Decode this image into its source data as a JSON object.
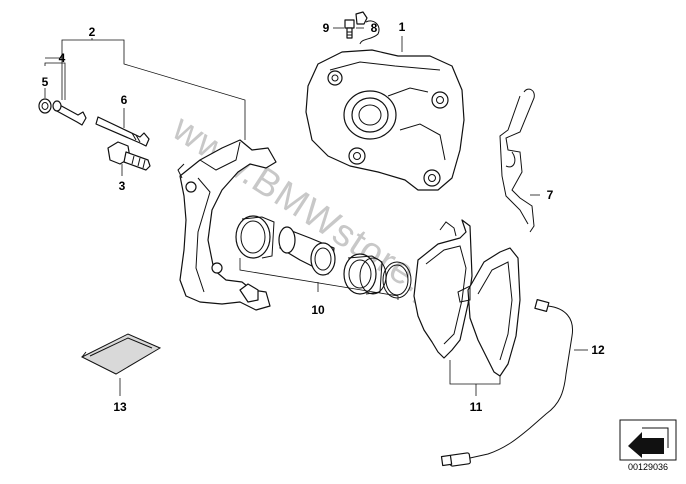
{
  "diagram": {
    "watermark": "www.BMWstore.pl",
    "catalog_code": "00129036",
    "icon": "return-arrow-icon",
    "callouts": [
      {
        "id": "1",
        "label": "1",
        "part": "brake-caliper-housing"
      },
      {
        "id": "2",
        "label": "2",
        "part": "repair-kit-guide-bolts"
      },
      {
        "id": "3",
        "label": "3",
        "part": "hex-bolt"
      },
      {
        "id": "4",
        "label": "4",
        "part": "guide-bolt-set"
      },
      {
        "id": "5",
        "label": "5",
        "part": "protective-cap"
      },
      {
        "id": "6",
        "label": "6",
        "part": "guide-bolt"
      },
      {
        "id": "7",
        "label": "7",
        "part": "anti-rattle-spring"
      },
      {
        "id": "8",
        "label": "8",
        "part": "bleeder-valve-cap"
      },
      {
        "id": "9",
        "label": "9",
        "part": "bleeder-valve"
      },
      {
        "id": "10",
        "label": "10",
        "part": "repair-kit-piston"
      },
      {
        "id": "11",
        "label": "11",
        "part": "brake-pad-set"
      },
      {
        "id": "12",
        "label": "12",
        "part": "brake-pad-wear-sensor"
      },
      {
        "id": "13",
        "label": "13",
        "part": "lubricant-packet"
      }
    ]
  }
}
